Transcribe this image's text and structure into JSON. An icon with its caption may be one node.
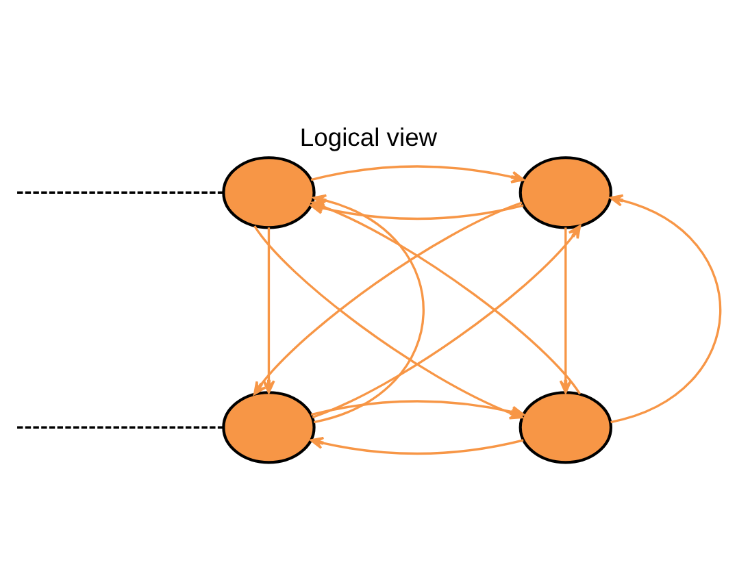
{
  "diagram": {
    "title": "Logical view",
    "nodes": [
      {
        "text": [],
        "shape": "circle"
      },
      {
        "text": [],
        "shape": "circle"
      },
      {
        "text": [],
        "shape": "circle"
      },
      {
        "text": [],
        "shape": "circle"
      }
    ],
    "edges": [
      {
        "from": null,
        "to": 0,
        "arrow": "none",
        "style": "dashed",
        "color": "#000000"
      },
      {
        "from": 1,
        "to": 0,
        "arrow": "to"
      },
      {
        "from": 0,
        "to": 1,
        "arrow": "to"
      },
      {
        "from": 0,
        "to": 2,
        "arrow": "to"
      },
      {
        "from": 2,
        "to": 0,
        "arrow": "to"
      },
      {
        "from": 1,
        "to": 3,
        "arrow": "to"
      },
      {
        "from": 3,
        "to": 1,
        "arrow": "to"
      },
      {
        "from": 3,
        "to": 0,
        "arrow": "to"
      },
      {
        "from": 0,
        "to": 3,
        "arrow": "to"
      },
      {
        "from": 2,
        "to": 1,
        "arrow": "to"
      },
      {
        "from": 1,
        "to": 2,
        "arrow": "to"
      },
      {
        "from": 3,
        "to": 2,
        "arrow": "to"
      },
      {
        "from": 2,
        "to": 3,
        "arrow": "to"
      },
      {
        "from": null,
        "to": 2,
        "arrow": "none",
        "style": "dashed",
        "color": "#000000"
      }
    ]
  }
}
